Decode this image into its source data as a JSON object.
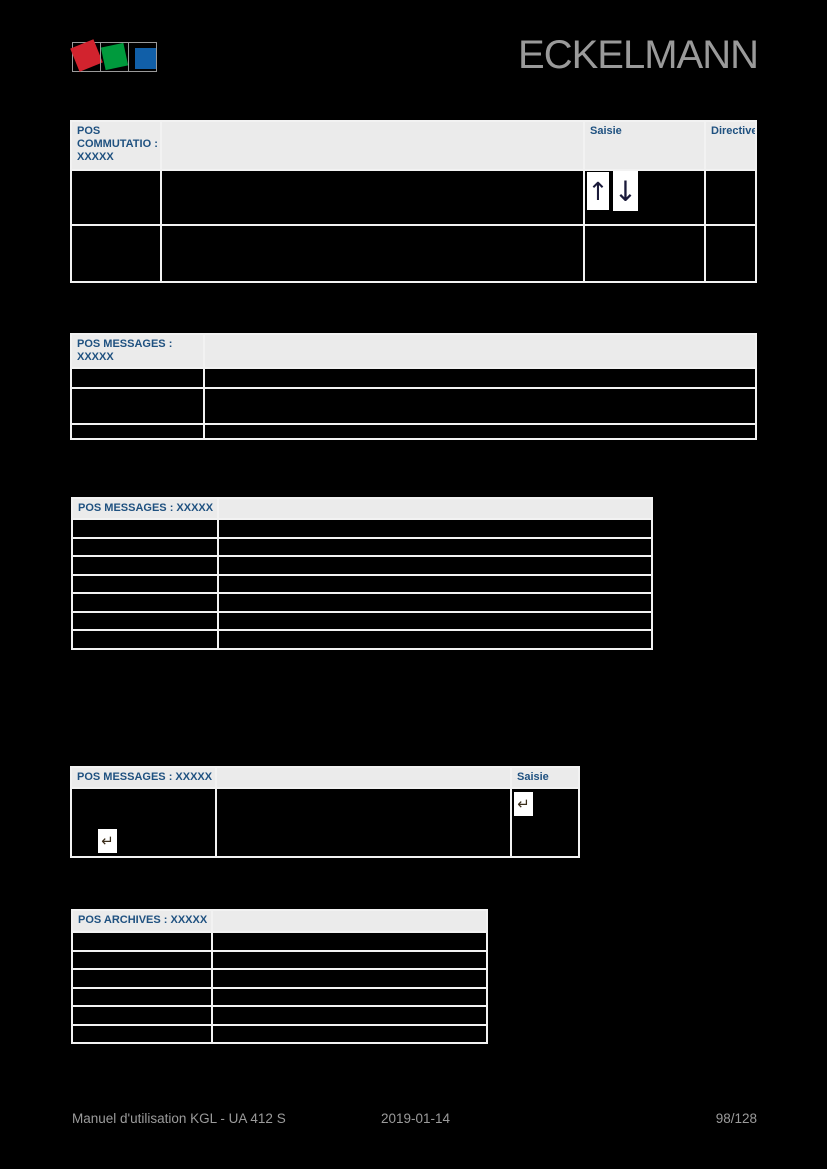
{
  "brand": {
    "name": "ECKELMANN"
  },
  "logo": {
    "red": "#d2232e",
    "green": "#009a3d",
    "blue": "#115fa8"
  },
  "colors": {
    "page_background": "#000000",
    "table_header_background": "#ebebeb",
    "table_header_text": "#1f5180",
    "table_border": "#f2f2f2",
    "footer_text": "#9b9b9b",
    "brand_text": "#9a9a9a"
  },
  "tables": {
    "commutation": {
      "title": "POS COMMUTATIO : XXXXX",
      "col_input": "Saisie",
      "col_directive": "Directive"
    },
    "messages_wide": {
      "title": "POS MESSAGES : XXXXX"
    },
    "messages_list": {
      "title": "POS MESSAGES : XXXXX"
    },
    "messages_input": {
      "title": "POS MESSAGES : XXXXX",
      "col_input": "Saisie"
    },
    "archives": {
      "title": "POS ARCHIVES : XXXXX"
    }
  },
  "icons": {
    "up_arrow": "↑",
    "down_arrow": "↓",
    "enter": "↵"
  },
  "footer": {
    "left": "Manuel d'utilisation KGL - UA 412 S",
    "date": "2019-01-14",
    "page": "98/128"
  }
}
